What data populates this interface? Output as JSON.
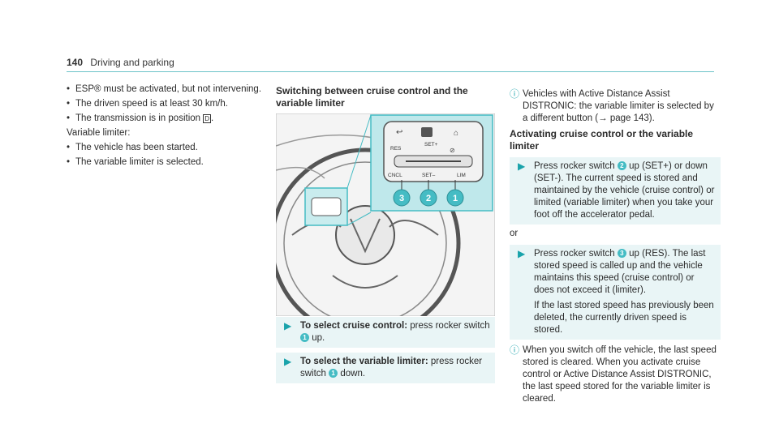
{
  "header": {
    "page_number": "140",
    "section": "Driving and parking"
  },
  "col1": {
    "bullets1": [
      "ESP® must be activated, but not intervening.",
      "The driven speed is at least 30 km/h.",
      "The transmission is in position"
    ],
    "gear_letter": "D",
    "limiter_label": "Variable limiter:",
    "bullets2": [
      "The vehicle has been started.",
      "The variable limiter is selected."
    ]
  },
  "col2": {
    "heading": "Switching between cruise control and the variable limiter",
    "figure_labels": {
      "res": "RES",
      "set_plus": "SET+",
      "cncl": "CNCL",
      "set_minus": "SET–",
      "lim": "LIM",
      "c3": "3",
      "c2": "2",
      "c1": "1"
    },
    "step1_bold": "To select cruise control:",
    "step1_text_a": "press rocker switch",
    "step1_text_b": "up.",
    "step2_bold": "To select the variable limiter:",
    "step2_text_a": "press rocker switch",
    "step2_text_b": "down.",
    "num1": "1"
  },
  "col3": {
    "note1": "Vehicles with Active Distance Assist DISTRONIC: the variable limiter is selected by a different button (→ page 143).",
    "heading": "Activating cruise control or the variable limiter",
    "step1_a": "Press rocker switch",
    "step1_b": "up (SET+) or down (SET-). The current speed is stored and maintained by the vehicle (cruise control) or limited (variable limiter) when you take your foot off the accelerator pedal.",
    "or": "or",
    "step2_a": "Press rocker switch",
    "step2_b": "up (RES). The last stored speed is called up and the vehicle maintains this speed (cruise control) or does not exceed it (limiter).",
    "step2_c": "If the last stored speed has previously been deleted, the currently driven speed is stored.",
    "note2": "When you switch off the vehicle, the last speed stored is cleared. When you activate cruise control or Active Distance Assist DISTRONIC, the last speed stored for the variable limiter is cleared.",
    "num2": "2",
    "num3": "3"
  }
}
